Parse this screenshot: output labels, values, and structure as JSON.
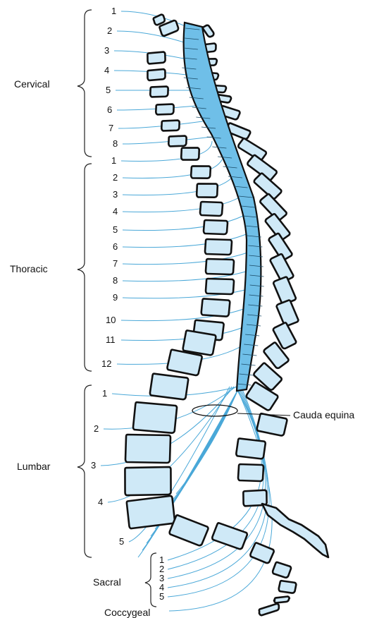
{
  "regions": {
    "cervical": "Cervical",
    "thoracic": "Thoracic",
    "lumbar": "Lumbar",
    "sacral": "Sacral",
    "coccygeal": "Coccygeal"
  },
  "cauda_equina": "Cauda equina",
  "cervical_numbers": [
    "1",
    "2",
    "3",
    "4",
    "5",
    "6",
    "7",
    "8"
  ],
  "thoracic_numbers": [
    "1",
    "2",
    "3",
    "4",
    "5",
    "6",
    "7",
    "8",
    "9",
    "10",
    "11",
    "12"
  ],
  "lumbar_numbers": [
    "1",
    "2",
    "3",
    "4",
    "5"
  ],
  "sacral_numbers": [
    "1",
    "2",
    "3",
    "4",
    "5"
  ]
}
